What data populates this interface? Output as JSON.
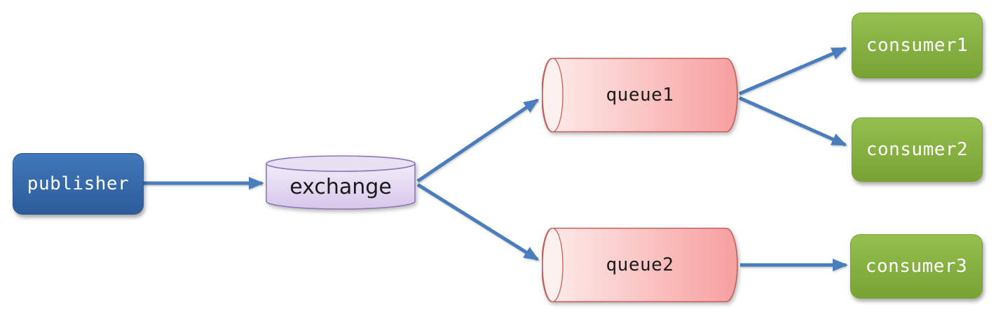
{
  "nodes": {
    "publisher": {
      "label": "publisher",
      "type": "rectangle",
      "role": "message producer"
    },
    "exchange": {
      "label": "exchange",
      "type": "cylinder-vertical",
      "role": "message router"
    },
    "queue1": {
      "label": "queue1",
      "type": "cylinder-horizontal",
      "role": "message buffer"
    },
    "queue2": {
      "label": "queue2",
      "type": "cylinder-horizontal",
      "role": "message buffer"
    },
    "consumer1": {
      "label": "consumer1",
      "type": "rectangle",
      "role": "message consumer"
    },
    "consumer2": {
      "label": "consumer2",
      "type": "rectangle",
      "role": "message consumer"
    },
    "consumer3": {
      "label": "consumer3",
      "type": "rectangle",
      "role": "message consumer"
    }
  },
  "edges": [
    {
      "from": "publisher",
      "to": "exchange"
    },
    {
      "from": "exchange",
      "to": "queue1"
    },
    {
      "from": "exchange",
      "to": "queue2"
    },
    {
      "from": "queue1",
      "to": "consumer1"
    },
    {
      "from": "queue1",
      "to": "consumer2"
    },
    {
      "from": "queue2",
      "to": "consumer3"
    }
  ],
  "colors": {
    "arrow": "#4a7dbe",
    "publisher_top": "#4078ba",
    "publisher_bottom": "#2d5c9a",
    "publisher_border": "#2a5690",
    "consumer_top": "#95c050",
    "consumer_bottom": "#78a233",
    "consumer_border": "#76a135",
    "queue_border": "#c75f5d",
    "queue_light": "#fdeeec",
    "queue_dark": "#f79f9f",
    "queue_cap": "#fdf1ef",
    "exchange_border": "#8f79b8",
    "exchange_top_fill": "#e9e0f4",
    "exchange_light": "#f2ecf9",
    "exchange_dark": "#d7c7ea",
    "label_dark": "#1a1a1a",
    "label_light": "#ffffff",
    "background": "#ffffff"
  }
}
